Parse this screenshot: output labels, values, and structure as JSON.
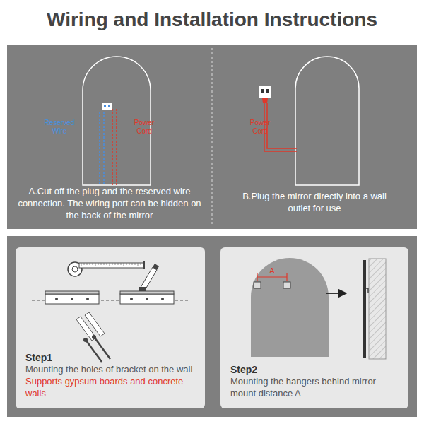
{
  "diagram": {
    "title": "Wiring and Installation Instructions",
    "nodes": [
      {
        "text": [
          "A.Cut off the plug and the reserved wire connection. The wiring port can be hidden on the back of the mirror"
        ]
      },
      {
        "text": [
          "B.Plug the mirror directly into a wall outlet for use"
        ]
      },
      {
        "text": [
          "Step1",
          "Mounting the holes of bracket on the wall",
          "Supports gypsum boards and concrete walls"
        ]
      },
      {
        "text": [
          "Step2",
          "Mounting the hangers behind mirror mount distance A"
        ]
      }
    ],
    "labels": [
      "Reserved Wire",
      "Power Cord",
      "Power Cord",
      "A"
    ]
  }
}
